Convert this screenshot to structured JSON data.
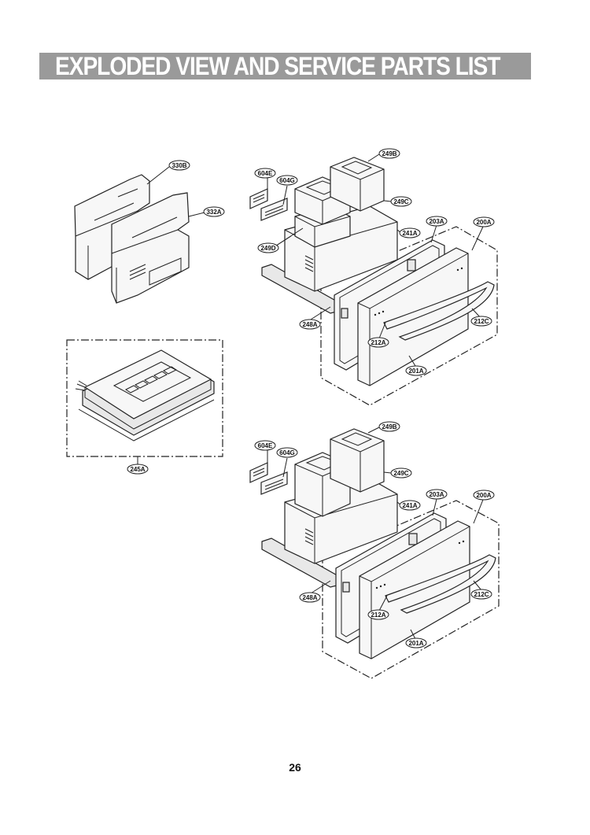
{
  "header": {
    "title": "EXPLODED VIEW AND SERVICE PARTS LIST"
  },
  "footer": {
    "page_number": "26"
  },
  "callouts": {
    "c330B": "330B",
    "c332A": "332A",
    "c245A": "245A",
    "top": {
      "c249B": "249B",
      "c604E": "604E",
      "c604G": "604G",
      "c249C": "249C",
      "c203A": "203A",
      "c200A": "200A",
      "c241A": "241A",
      "c249D": "249D",
      "c248A": "248A",
      "c212C": "212C",
      "c212A": "212A",
      "c201A": "201A"
    },
    "bottom": {
      "c249B": "249B",
      "c604E": "604E",
      "c604G": "604G",
      "c249C": "249C",
      "c203A": "203A",
      "c200A": "200A",
      "c241A": "241A",
      "c248A": "248A",
      "c212C": "212C",
      "c212A": "212A",
      "c201A": "201A"
    }
  }
}
